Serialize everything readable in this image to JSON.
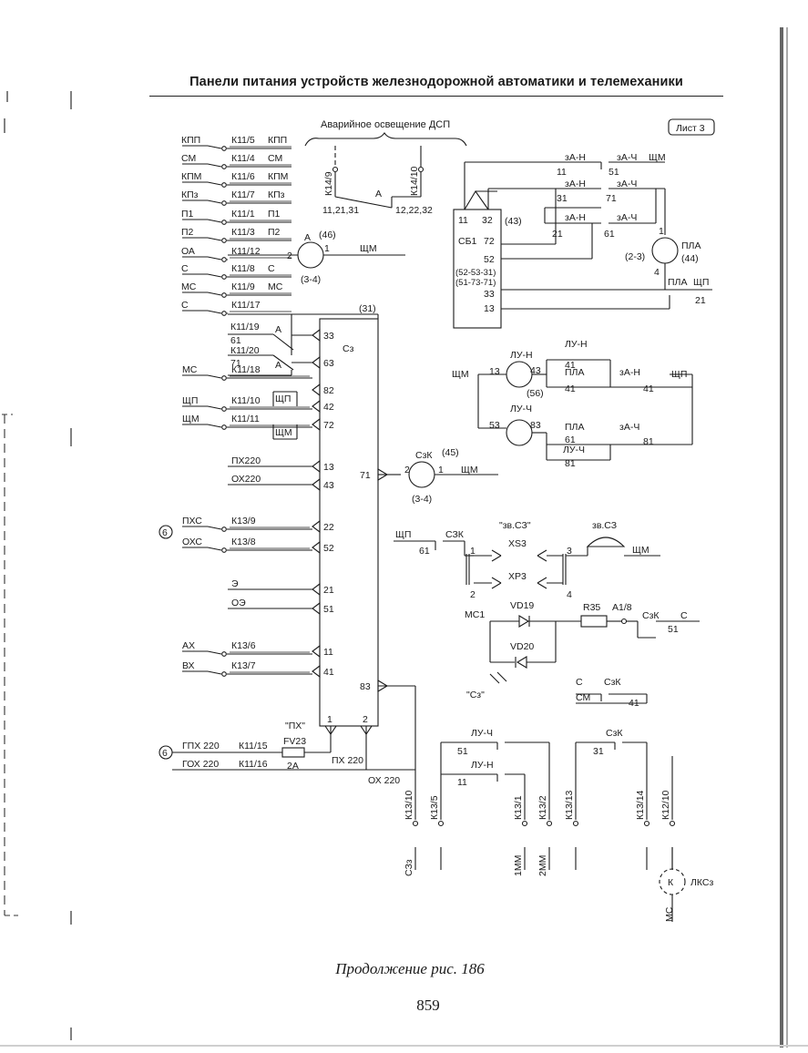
{
  "page": {
    "header": "Панели питания устройств железнодорожной автоматики и телемеханики",
    "caption": "Продолжение рис. 186",
    "page_number": "859",
    "sheet_label": "Лист 3"
  },
  "left_inputs": [
    {
      "sig": "КПП",
      "pin": "К11/5",
      "out": "КПП"
    },
    {
      "sig": "СМ",
      "pin": "К11/4",
      "out": "СМ"
    },
    {
      "sig": "КПМ",
      "pin": "К11/6",
      "out": "КПМ"
    },
    {
      "sig": "КПз",
      "pin": "К11/7",
      "out": "КПз"
    },
    {
      "sig": "П1",
      "pin": "К11/1",
      "out": "П1"
    },
    {
      "sig": "П2",
      "pin": "К11/3",
      "out": "П2"
    },
    {
      "sig": "ОА",
      "pin": "К11/12",
      "out": ""
    },
    {
      "sig": "С",
      "pin": "К11/8",
      "out": "С"
    },
    {
      "sig": "МС",
      "pin": "К11/9",
      "out": "МС"
    },
    {
      "sig": "С",
      "pin": "К11/17",
      "out": ""
    }
  ],
  "emergency": {
    "title": "Аварийное освещение ДСП",
    "pin_left": "К14/9",
    "pin_right": "К14/10",
    "contacts_left": "11,21,31",
    "contacts_right": "12,22,32",
    "relay": "А"
  },
  "relay_a": {
    "name": "А",
    "num": "(46)",
    "t1": "2",
    "t2": "1",
    "bottom": "(3-4)",
    "out": "ЩМ"
  },
  "block_sz": {
    "name": "Сз",
    "num": "(31)",
    "pins_left": [
      "33",
      "63",
      "82",
      "42",
      "72",
      "13",
      "43",
      "22",
      "52",
      "21",
      "51",
      "11",
      "41"
    ],
    "pin_right_71": "71",
    "pin_right_83": "83",
    "pin_b1": "1",
    "pin_b2": "2"
  },
  "block_wiring": [
    {
      "pin": "К11/19",
      "extra": "61",
      "relay": "А"
    },
    {
      "pin": "К11/20",
      "extra": "71",
      "relay": "А"
    },
    {
      "sig": "МС",
      "pin": "К11/18"
    },
    {
      "sig": "ЩП",
      "pin": "К11/10",
      "tag": "ЩП"
    },
    {
      "sig": "ЩМ",
      "pin": "К11/11",
      "tag": "ЩМ"
    },
    {
      "sig": "ПХ220"
    },
    {
      "sig": "ОХ220"
    },
    {
      "sig": "ПХС",
      "pin": "К13/9"
    },
    {
      "sig": "ОХС",
      "pin": "К13/8"
    },
    {
      "sig": "Э"
    },
    {
      "sig": "ОЭ"
    },
    {
      "sig": "АХ",
      "pin": "К13/6"
    },
    {
      "sig": "ВХ",
      "pin": "К13/7"
    }
  ],
  "circle6": "6",
  "szk_relay": {
    "name": "СзК",
    "num": "(45)",
    "t1": "2",
    "t2": "1",
    "bottom": "(3-4)",
    "out": "ЩМ"
  },
  "power_in": {
    "gph": "ГПХ 220",
    "goh": "ГОХ 220",
    "pin1": "К11/15",
    "pin2": "К11/16",
    "fuse_label": "\"ПХ\"",
    "fuse": "FV23",
    "fuse_rating": "2А",
    "px": "ПХ 220",
    "ox": "ОХ 220"
  },
  "sb1": {
    "label": "СБ1",
    "num": "(43)",
    "t11": "11",
    "t32": "32",
    "t72": "72",
    "t52": "52",
    "b1": "(52-53-31)",
    "b2": "(51-73-71)",
    "t33": "33",
    "t13": "13",
    "contacts": [
      {
        "name": "зА-Н",
        "num": "11"
      },
      {
        "name": "зА-Ч",
        "num": "51"
      },
      {
        "name": "ЩМ",
        "num": ""
      },
      {
        "name": "зА-Н",
        "num": "31"
      },
      {
        "name": "зА-Ч",
        "num": "71"
      },
      {
        "name": "зА-Н",
        "num": "21"
      },
      {
        "name": "зА-Ч",
        "num": "61"
      }
    ],
    "pla_relay": {
      "name": "ПЛА",
      "num": "(44)",
      "t1": "1",
      "t4": "4",
      "mid": "(2-3)"
    },
    "pla_contact": {
      "name": "ПЛА",
      "out": "ЩП",
      "num": "21"
    }
  },
  "lu_circuit": {
    "luN": {
      "name": "ЛУ-Н",
      "t1": "13",
      "t2": "43",
      "num": "(56)"
    },
    "luCh": {
      "name": "ЛУ-Ч",
      "t1": "53",
      "t2": "83"
    },
    "left": "ЩМ",
    "right": "ЩП",
    "contacts": [
      {
        "name": "ЛУ-Н",
        "num": "41"
      },
      {
        "name": "ПЛА",
        "num": "41"
      },
      {
        "name": "зА-Н",
        "num": "41"
      },
      {
        "name": "ПЛА",
        "num": "61"
      },
      {
        "name": "ЛУ-Ч",
        "num": "81"
      },
      {
        "name": "зА-Ч",
        "num": "81"
      }
    ]
  },
  "bell": {
    "left": "ЩП",
    "szk": "СЗК",
    "num61": "61",
    "zv": "\"зв.СЗ\"",
    "xs": "XS3",
    "xp": "XP3",
    "bell": "зв.СЗ",
    "out": "ЩМ",
    "p1": "1",
    "p2": "2",
    "p3": "3",
    "p4": "4"
  },
  "led": {
    "mc1": "МС1",
    "vd19": "VD19",
    "vd20": "VD20",
    "r35": "R35",
    "a18": "А1/8",
    "szk": "СзК",
    "s": "С",
    "num": "51",
    "indicator": "\"Сз\""
  },
  "misc_contacts": {
    "c": "С",
    "szk": "СзК",
    "cm": "СМ",
    "n41": "41",
    "lu_ch": "ЛУ-Ч",
    "n51": "51",
    "lu_n": "ЛУ-Н",
    "n11": "11",
    "szk2": "СзК",
    "n31": "31"
  },
  "bottom_terminals": [
    {
      "pin": "К13/10",
      "out": "СЗз"
    },
    {
      "pin": "К13/5",
      "out": ""
    },
    {
      "pin": "К13/1",
      "out": "1ММ"
    },
    {
      "pin": "К13/2",
      "out": "2ММ"
    },
    {
      "pin": "К13/13",
      "out": ""
    },
    {
      "pin": "К13/14",
      "out": ""
    },
    {
      "pin": "К12/10",
      "out": ""
    }
  ],
  "lks": {
    "name": "ЛКСз",
    "k": "К",
    "mc": "МС"
  }
}
